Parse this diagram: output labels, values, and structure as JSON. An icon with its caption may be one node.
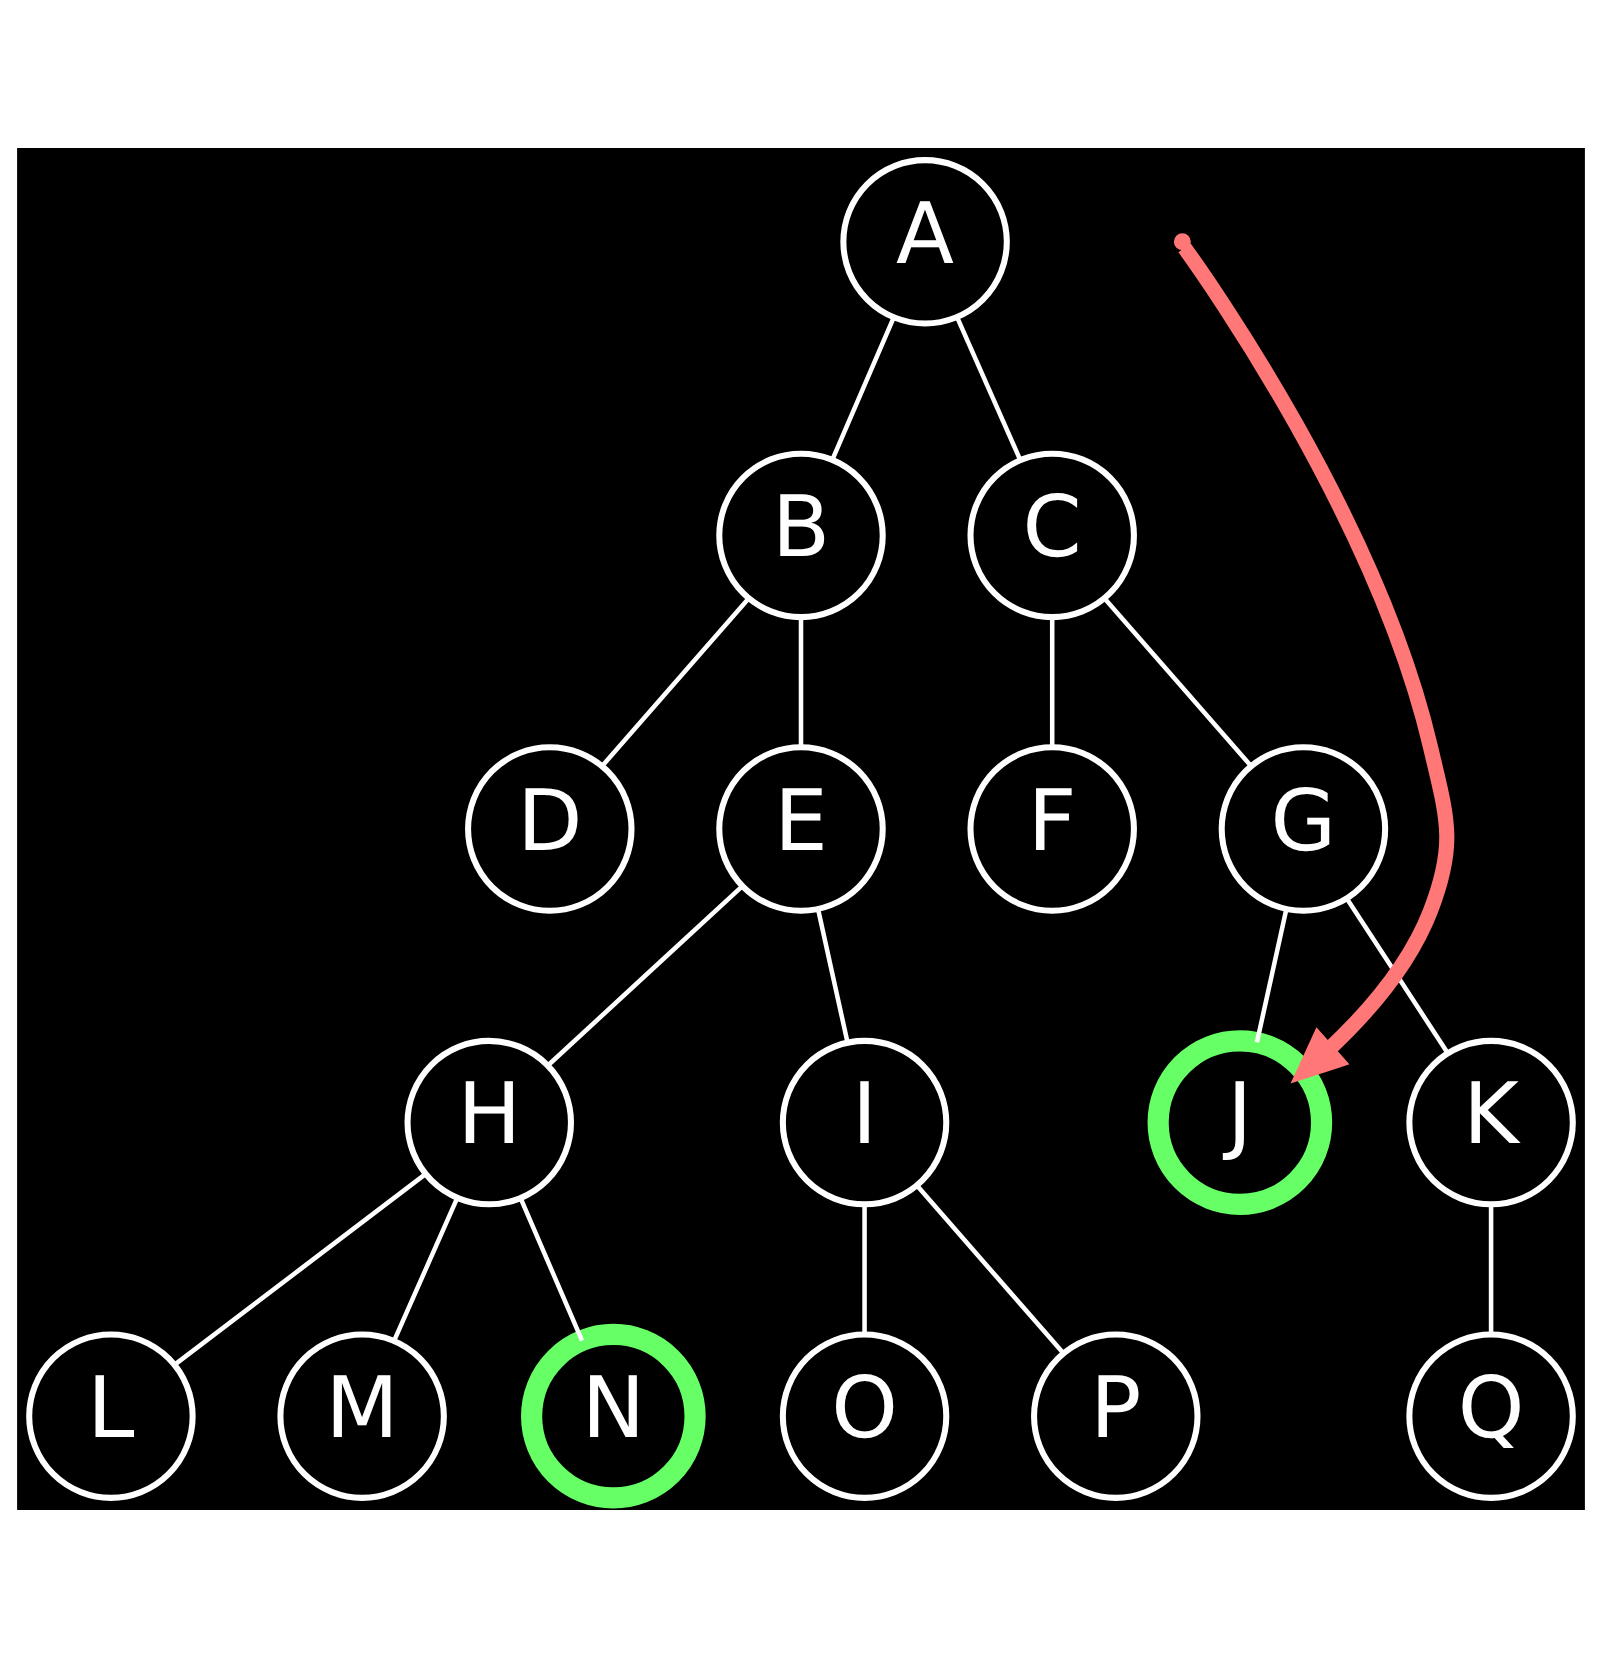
{
  "diagram": {
    "nodes": [
      {
        "text": [
          "A"
        ]
      },
      {
        "text": [
          "B"
        ]
      },
      {
        "text": [
          "C"
        ]
      },
      {
        "text": [
          "D"
        ]
      },
      {
        "text": [
          "E"
        ]
      },
      {
        "text": [
          "F"
        ]
      },
      {
        "text": [
          "G"
        ]
      },
      {
        "text": [
          "H"
        ]
      },
      {
        "text": [
          "I"
        ]
      },
      {
        "text": [
          "J"
        ]
      },
      {
        "text": [
          "K"
        ]
      },
      {
        "text": [
          "L"
        ]
      },
      {
        "text": [
          "M"
        ]
      },
      {
        "text": [
          "N"
        ]
      },
      {
        "text": [
          "O"
        ]
      },
      {
        "text": [
          "P"
        ]
      },
      {
        "text": [
          "Q"
        ]
      }
    ],
    "edges": [
      {
        "from": 0,
        "to": 1,
        "arrow": "none"
      },
      {
        "from": 0,
        "to": 2,
        "arrow": "none"
      },
      {
        "from": 1,
        "to": 3,
        "arrow": "none"
      },
      {
        "from": 1,
        "to": 4,
        "arrow": "none"
      },
      {
        "from": 2,
        "to": 5,
        "arrow": "none"
      },
      {
        "from": 2,
        "to": 6,
        "arrow": "none"
      },
      {
        "from": 4,
        "to": 7,
        "arrow": "none"
      },
      {
        "from": 4,
        "to": 8,
        "arrow": "none"
      },
      {
        "from": 6,
        "to": 9,
        "arrow": "none"
      },
      {
        "from": 6,
        "to": 10,
        "arrow": "none"
      },
      {
        "from": 7,
        "to": 11,
        "arrow": "none"
      },
      {
        "from": 7,
        "to": 12,
        "arrow": "none"
      },
      {
        "from": 7,
        "to": 13,
        "arrow": "none"
      },
      {
        "from": 8,
        "to": 14,
        "arrow": "none"
      },
      {
        "from": 8,
        "to": 15,
        "arrow": "none"
      },
      {
        "from": 10,
        "to": 16,
        "arrow": "none"
      },
      {
        "from": null,
        "to": 9,
        "arrow": "to",
        "style": "thick",
        "color": "#ff7777"
      }
    ]
  }
}
